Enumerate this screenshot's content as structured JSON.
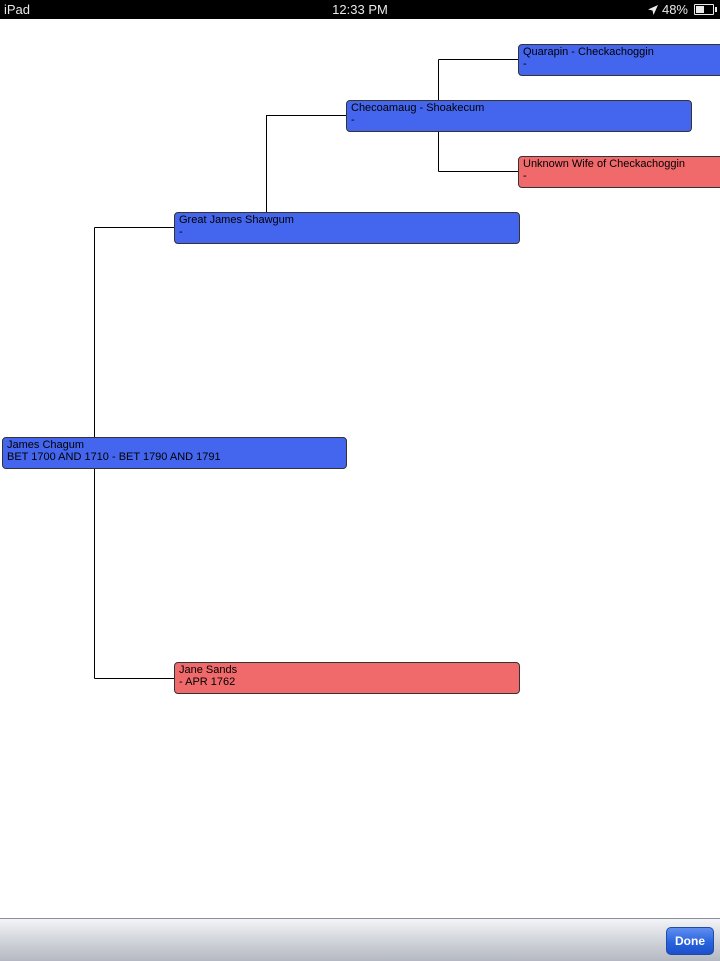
{
  "status_bar": {
    "device": "iPad",
    "time": "12:33 PM",
    "battery_percent": "48%",
    "battery_level": 0.48,
    "location_icon": "location-arrow-icon",
    "battery_icon": "battery-icon"
  },
  "colors": {
    "male": "#4466ee",
    "female": "#f06a6c",
    "connector": "#000000"
  },
  "tree": {
    "root": {
      "name": "James Chagum",
      "dates": "BET 1700 AND 1710 - BET 1790 AND 1791",
      "gender": "male"
    },
    "father": {
      "name": "Great James Shawgum",
      "dates": " -",
      "gender": "male"
    },
    "mother": {
      "name": "Jane Sands",
      "dates": " - APR 1762",
      "gender": "female"
    },
    "paternal_grandfather": {
      "name": "Checoamaug - Shoakecum",
      "dates": " -",
      "gender": "male"
    },
    "paternal_great_grandfather": {
      "name": "Quarapin - Checkachoggin",
      "dates": " -",
      "gender": "male"
    },
    "paternal_great_grandmother": {
      "name": "Unknown Wife of Checkachoggin",
      "dates": " -",
      "gender": "female"
    }
  },
  "toolbar": {
    "done_label": "Done"
  }
}
